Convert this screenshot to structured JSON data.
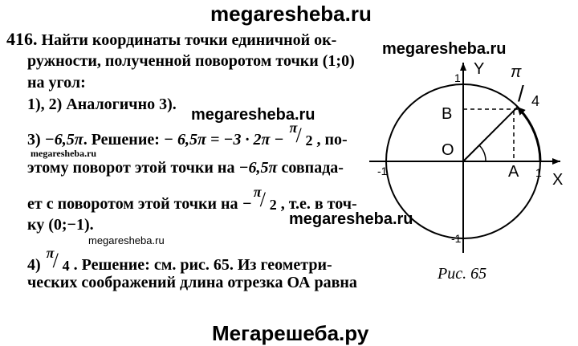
{
  "watermarks": {
    "top": "megaresheba.ru",
    "right_top": "megaresheba.ru",
    "mid1": "megaresheba.ru",
    "left_small": "megaresheba.ru",
    "mid2": "megaresheba.ru",
    "small2": "megaresheba.ru",
    "bottom": "Мегарешеба.ру"
  },
  "problem": {
    "number": "416.",
    "line1": "Найти координаты точки единичной ок-",
    "line2": "ружности, полученной поворотом точки (1;0)",
    "line3": "на угол:",
    "line4": "1), 2) Аналогично 3).",
    "l5_a": "3)",
    "l5_b": "−6,5π",
    "l5_c": ". Решение:",
    "l5_d": "− 6,5π = −3 · 2π −",
    "l5_frac_num": "π",
    "l5_frac_den": "2",
    "l5_e": ", по-",
    "l6_a": "этому поворот этой точки на",
    "l6_b": "−6,5π",
    "l6_c": "совпада-",
    "l7_a": "ет с поворотом этой точки на",
    "l7_b": "−",
    "l7_frac_num": "π",
    "l7_frac_den": "2",
    "l7_c": ", т.е. в точ-",
    "line8": "ку (0;−1).",
    "l9_a": "4)",
    "l9_frac_num": "π",
    "l9_frac_den": "4",
    "l9_b": ". Решение: см. рис. 65. Из геометри-",
    "line10": "ческих соображений длина отрезка ОА равна"
  },
  "figure": {
    "label_y": "Y",
    "label_x": "X",
    "label_b": "B",
    "label_o": "O",
    "label_a": "A",
    "tick_top": "1",
    "tick_bottom": "-1",
    "tick_left": "-1",
    "tick_right": "1",
    "angle_num": "π",
    "angle_den": "4",
    "caption": "Рис. 65"
  }
}
